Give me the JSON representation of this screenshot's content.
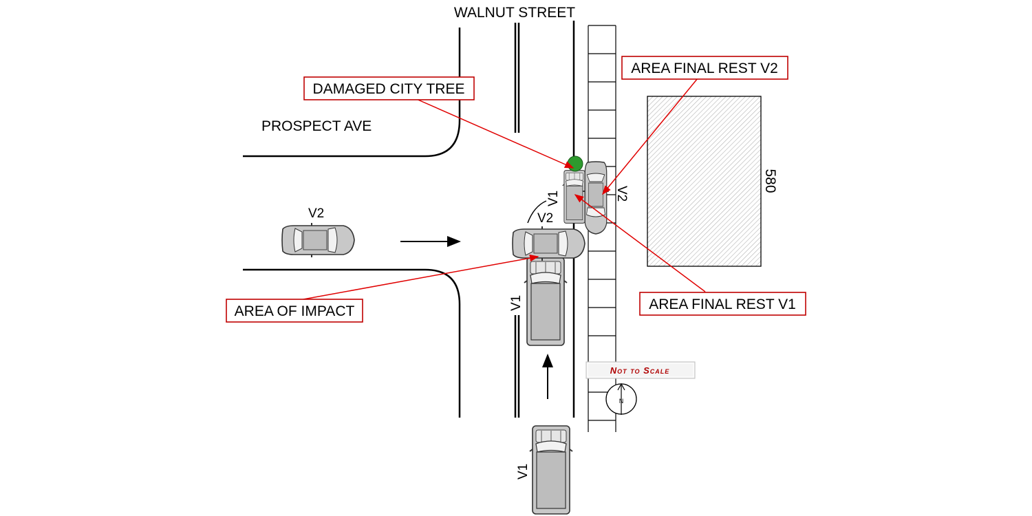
{
  "streets": {
    "walnut": "WALNUT STREET",
    "prospect": "PROSPECT AVE"
  },
  "building": {
    "number": "580"
  },
  "callouts": {
    "tree": "DAMAGED CITY TREE",
    "rest_v2": "AREA FINAL REST V2",
    "impact": "AREA OF IMPACT",
    "rest_v1": "AREA FINAL REST V1"
  },
  "vehicles": {
    "v1": "V1",
    "v2": "V2"
  },
  "scale_note": "Not to Scale",
  "north": "N",
  "colors": {
    "callout_border": "#c00000",
    "leader_line": "#e00000",
    "vehicle_fill": "#c8c8c8",
    "tree": "#2e9a2e",
    "building_hatch": "#b0b0b0"
  }
}
